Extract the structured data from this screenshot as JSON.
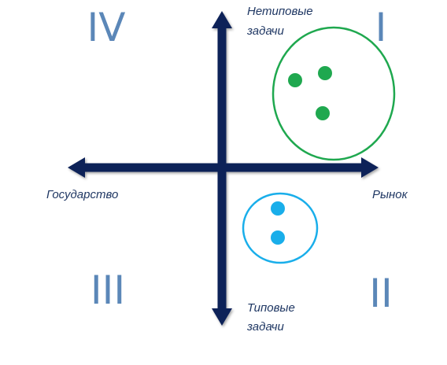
{
  "quadrants": {
    "q1": "I",
    "q2": "II",
    "q3": "III",
    "q4": "IV"
  },
  "axes": {
    "top_line1": "Нетиповые",
    "top_line2": "задачи",
    "bottom_line1": "Типовые",
    "bottom_line2": "задачи",
    "left": "Государство",
    "right": "Рынок"
  },
  "colors": {
    "axis": "#0f2459",
    "roman": "#5b87b8",
    "label": "#1f3763",
    "group_green": "#1fa84f",
    "group_blue": "#19aeea"
  }
}
